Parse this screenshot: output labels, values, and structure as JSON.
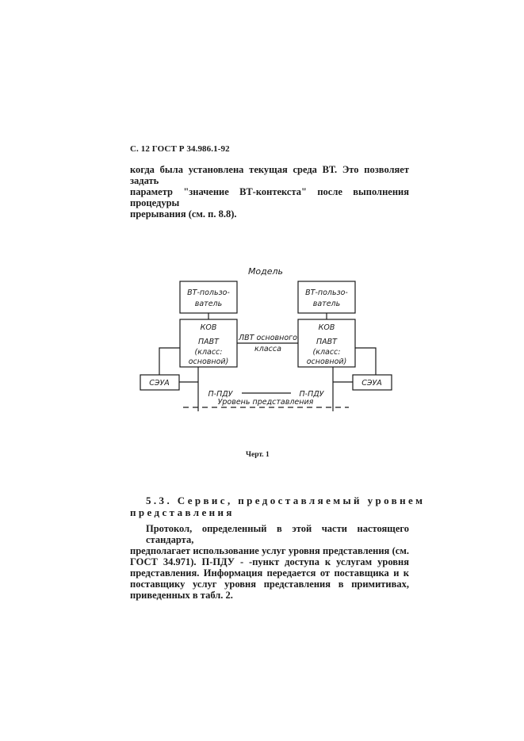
{
  "header": {
    "text": "С. 12 ГОСТ Р 34.986.1-92"
  },
  "paragraph1": {
    "lines": [
      "когда была установлена текущая среда ВТ. Это позволяет задать",
      "параметр \"значение ВТ-контекста\" после выполнения процедуры",
      "прерывания (см. п. 8.8)."
    ]
  },
  "diagram": {
    "title": "Модель",
    "left": {
      "user_line1": "ВТ-пользо-",
      "user_line2": "ватель",
      "kov": "КОВ",
      "pavt": "ПАВТ",
      "class_line1": "(класс:",
      "class_line2": "основной)",
      "seua": "СЭУА",
      "pdu": "П-ПДУ"
    },
    "right": {
      "user_line1": "ВТ-пользо-",
      "user_line2": "ватель",
      "kov": "КОВ",
      "pavt": "ПАВТ",
      "class_line1": "(класс:",
      "class_line2": "основной)",
      "seua": "СЭУА",
      "pdu": "П-ПДУ"
    },
    "link_line1": "ЛВТ основного",
    "link_line2": "класса",
    "level_label": "Уровень представления"
  },
  "figure_caption": "Черт. 1",
  "section": {
    "title_line1": "5.3. Сервис, предоставляемый уровнем",
    "title_line2": "представления"
  },
  "paragraph2": {
    "lines": [
      "Протокол, определенный в этой части настоящего стандарта,",
      "предполагает использование услуг уровня представления (см.",
      "ГОСТ 34.971). П-ПДУ - -пункт доступа к услугам уровня",
      "представления. Информация передается от поставщика и к",
      "поставщику услуг уровня представления в примитивах,",
      "приведенных в табл. 2."
    ]
  }
}
